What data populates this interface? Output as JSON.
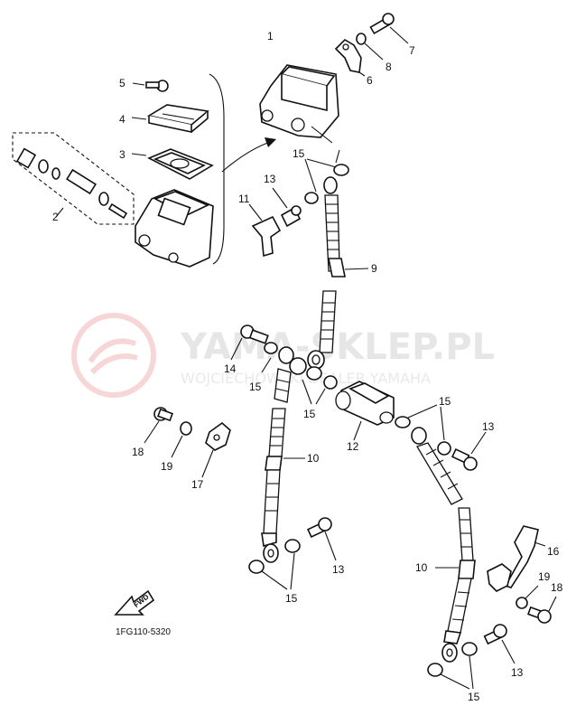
{
  "diagram": {
    "part_code": "1FG110-5320",
    "fwd_label": "FWD",
    "watermark": {
      "brand": "YAMA-SKLEP.PL",
      "subtitle": "WOJCIECHOWSKI DEALER YAMAHA"
    },
    "callouts": {
      "c1": "1",
      "c2": "2",
      "c3": "3",
      "c4": "4",
      "c5": "5",
      "c6": "6",
      "c7": "7",
      "c8": "8",
      "c9": "9",
      "c10a": "10",
      "c10b": "10",
      "c11": "11",
      "c12": "12",
      "c13a": "13",
      "c13b": "13",
      "c13c": "13",
      "c13d": "13",
      "c14": "14",
      "c15a": "15",
      "c15b": "15",
      "c15c": "15",
      "c15d": "15",
      "c15e": "15",
      "c15f": "15",
      "c16": "16",
      "c17": "17",
      "c18a": "18",
      "c18b": "18",
      "c19a": "19",
      "c19b": "19"
    }
  }
}
